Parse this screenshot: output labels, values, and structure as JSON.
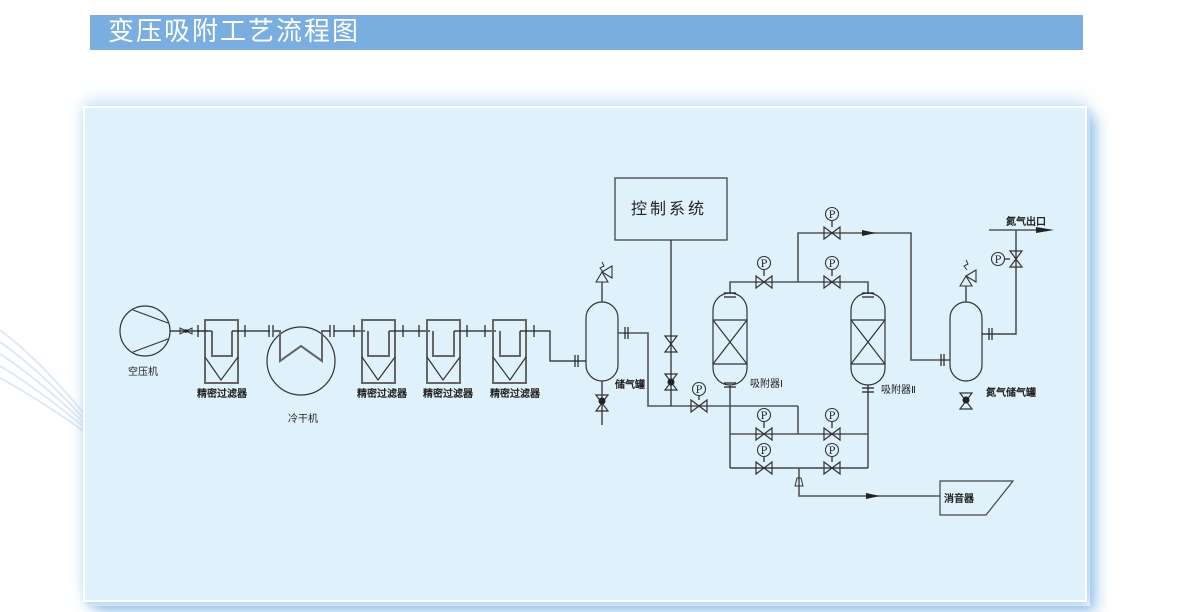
{
  "header": {
    "title": "变压吸附工艺流程图",
    "accent_color": "#7aaee0"
  },
  "panel": {
    "background_color": "#dff1fb"
  },
  "diagram": {
    "control_system_label": "控制系统",
    "equipment": {
      "air_compressor": "空压机",
      "filter_1": "精密过滤器",
      "dryer": "冷干机",
      "filter_2": "精密过滤器",
      "filter_3": "精密过滤器",
      "filter_4": "精密过滤器",
      "air_tank": "储气罐",
      "adsorber_1": "吸附器Ⅰ",
      "adsorber_2": "吸附器Ⅱ",
      "nitrogen_tank": "氮气储气罐",
      "silencer": "消音器"
    },
    "outlet_label": "氮气出口",
    "gauge_symbol": "P"
  }
}
